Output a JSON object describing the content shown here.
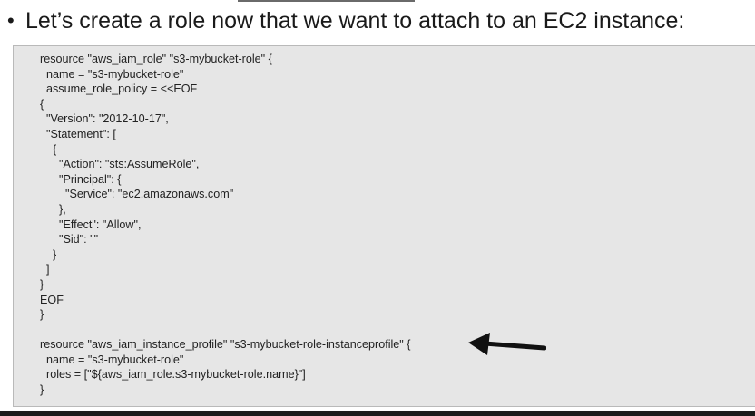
{
  "heading": {
    "bullet": "•",
    "text": "Let’s create a role now that we want to attach to an EC2 instance:"
  },
  "code_lines": [
    "resource \"aws_iam_role\" \"s3-mybucket-role\" {",
    "  name = \"s3-mybucket-role\"",
    "  assume_role_policy = <<EOF",
    "{",
    "  \"Version\": \"2012-10-17\",",
    "  \"Statement\": [",
    "    {",
    "      \"Action\": \"sts:AssumeRole\",",
    "      \"Principal\": {",
    "        \"Service\": \"ec2.amazonaws.com\"",
    "      },",
    "      \"Effect\": \"Allow\",",
    "      \"Sid\": \"\"",
    "    }",
    "  ]",
    "}",
    "EOF",
    "}",
    "",
    "resource \"aws_iam_instance_profile\" \"s3-mybucket-role-instanceprofile\" {",
    "  name = \"s3-mybucket-role\"",
    "  roles = [\"${aws_iam_role.s3-mybucket-role.name}\"]",
    "}"
  ],
  "icons": {
    "arrow": "arrow-left-icon"
  },
  "colors": {
    "panel_background": "#e6e6e6",
    "panel_border": "#b9b9b9",
    "text": "#222222",
    "arrow": "#111111",
    "bottom_bar": "#1c1c1c"
  }
}
